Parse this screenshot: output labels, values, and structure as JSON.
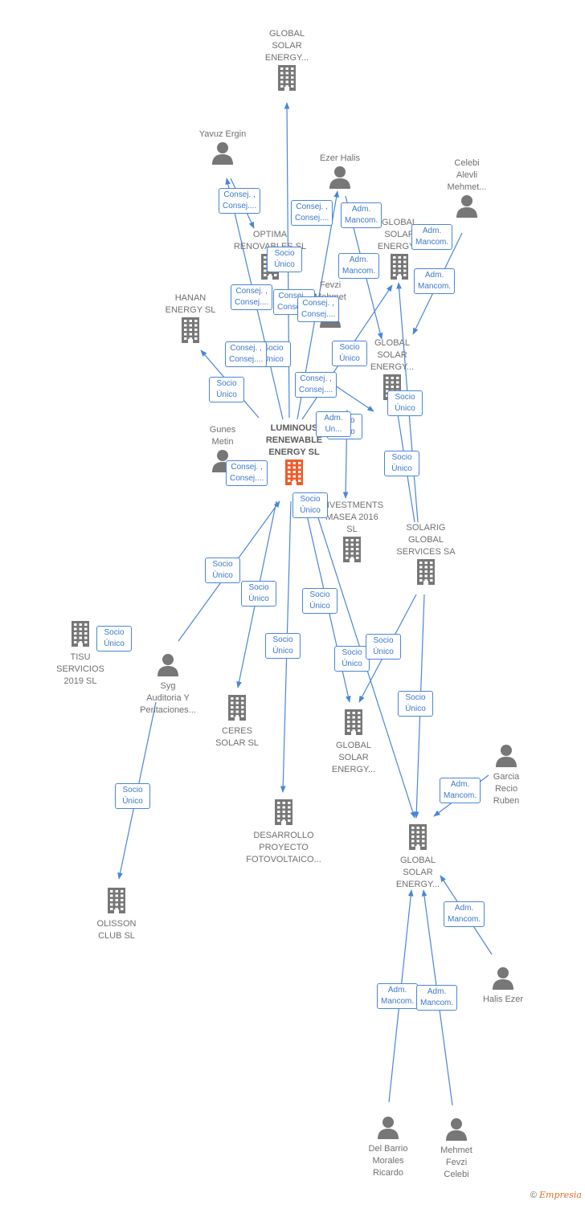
{
  "colors": {
    "edge": "#4a86d6",
    "node": "#777777",
    "focus": "#f05a2a",
    "badge_text": "#3c78c8"
  },
  "nodes": [
    {
      "id": "gse_top",
      "type": "company",
      "label": "GLOBAL\nSOLAR\nENERGY..."
    },
    {
      "id": "yavuz",
      "type": "person",
      "label": "Yavuz Ergin"
    },
    {
      "id": "ezer_halis",
      "type": "person",
      "label": "Ezer Halis"
    },
    {
      "id": "celebi_alevli",
      "type": "person",
      "label": "Celebi\nAlevli\nMehmet..."
    },
    {
      "id": "optima",
      "type": "company",
      "label": "OPTIMA\nRENOVABLES SL"
    },
    {
      "id": "gse_mid1",
      "type": "company",
      "label": "GLOBAL\nSOLAR\nENERGY..."
    },
    {
      "id": "hanan",
      "type": "company",
      "label": "HANAN\nENERGY  SL"
    },
    {
      "id": "fevzi",
      "type": "person",
      "label": "Fevzi\nMehmet"
    },
    {
      "id": "gse_mid2",
      "type": "company",
      "label": "GLOBAL\nSOLAR\nENERGY..."
    },
    {
      "id": "gunes",
      "type": "person",
      "label": "Gunes\nMetin"
    },
    {
      "id": "luminous",
      "type": "focus",
      "label": "LUMINOUS\nRENEWABLE\nENERGY  SL"
    },
    {
      "id": "investments",
      "type": "company",
      "label": "INVESTMENTS\nMASEA 2016\nSL"
    },
    {
      "id": "solarig",
      "type": "company",
      "label": "SOLARIG\nGLOBAL\nSERVICES SA"
    },
    {
      "id": "tisu",
      "type": "company",
      "label": "TISU\nSERVICIOS\n2019  SL"
    },
    {
      "id": "syg",
      "type": "person",
      "label": "Syg\nAuditoria Y\nPeritaciones..."
    },
    {
      "id": "ceres",
      "type": "company",
      "label": "CERES\nSOLAR  SL"
    },
    {
      "id": "gse_low",
      "type": "company",
      "label": "GLOBAL\nSOLAR\nENERGY..."
    },
    {
      "id": "garcia",
      "type": "person",
      "label": "Garcia\nRecio\nRuben"
    },
    {
      "id": "desarrollo",
      "type": "company",
      "label": "DESARROLLO\nPROYECTO\nFOTOVOLTAICO..."
    },
    {
      "id": "gse_bottom",
      "type": "company",
      "label": "GLOBAL\nSOLAR\nENERGY..."
    },
    {
      "id": "olisson",
      "type": "company",
      "label": "OLISSON\nCLUB  SL"
    },
    {
      "id": "halis_ezer",
      "type": "person",
      "label": "Halis Ezer"
    },
    {
      "id": "del_barrio",
      "type": "person",
      "label": "Del Barrio\nMorales\nRicardo"
    },
    {
      "id": "mehmet_fevzi",
      "type": "person",
      "label": "Mehmet\nFevzi\nCelebi"
    }
  ],
  "badges": [
    {
      "text": "Consej. ,\nConsej...."
    },
    {
      "text": "Consej. ,\nConsej...."
    },
    {
      "text": "Adm.\nMancom."
    },
    {
      "text": "Adm.\nMancom."
    },
    {
      "text": "Socio\nÚnico"
    },
    {
      "text": "Adm.\nMancom."
    },
    {
      "text": "Adm.\nMancom."
    },
    {
      "text": "Consej. ,\nConsej...."
    },
    {
      "text": "Consej. ,\nConsej...."
    },
    {
      "text": "Consej. ,\nConsej...."
    },
    {
      "text": "Socio\nÚnico"
    },
    {
      "text": "Consej. ,\nConsej...."
    },
    {
      "text": "Socio\nÚnico"
    },
    {
      "text": "Socio\nÚnico"
    },
    {
      "text": "Consej. ,\nConsej...."
    },
    {
      "text": "Socio\nÚnico"
    },
    {
      "text": "Adm.\nUn..."
    },
    {
      "text": "Socio\nÚnico"
    },
    {
      "text": "Consej. ,\nConsej...."
    },
    {
      "text": "Socio\nÚnico"
    },
    {
      "text": "Socio\nÚnico"
    },
    {
      "text": "Socio\nÚnico"
    },
    {
      "text": "Socio\nÚnico"
    },
    {
      "text": "Socio\nÚnico"
    },
    {
      "text": "Socio\nÚnico"
    },
    {
      "text": "Socio\nÚnico"
    },
    {
      "text": "Socio\nÚnico"
    },
    {
      "text": "Socio\nÚnico"
    },
    {
      "text": "Socio\nÚnico"
    },
    {
      "text": "Adm.\nMancom."
    },
    {
      "text": "Socio\nÚnico"
    },
    {
      "text": "Adm.\nMancom."
    },
    {
      "text": "Adm.\nMancom."
    },
    {
      "text": "Adm.\nMancom."
    }
  ],
  "footer": {
    "copyright": "©",
    "brand": "Empresia"
  }
}
